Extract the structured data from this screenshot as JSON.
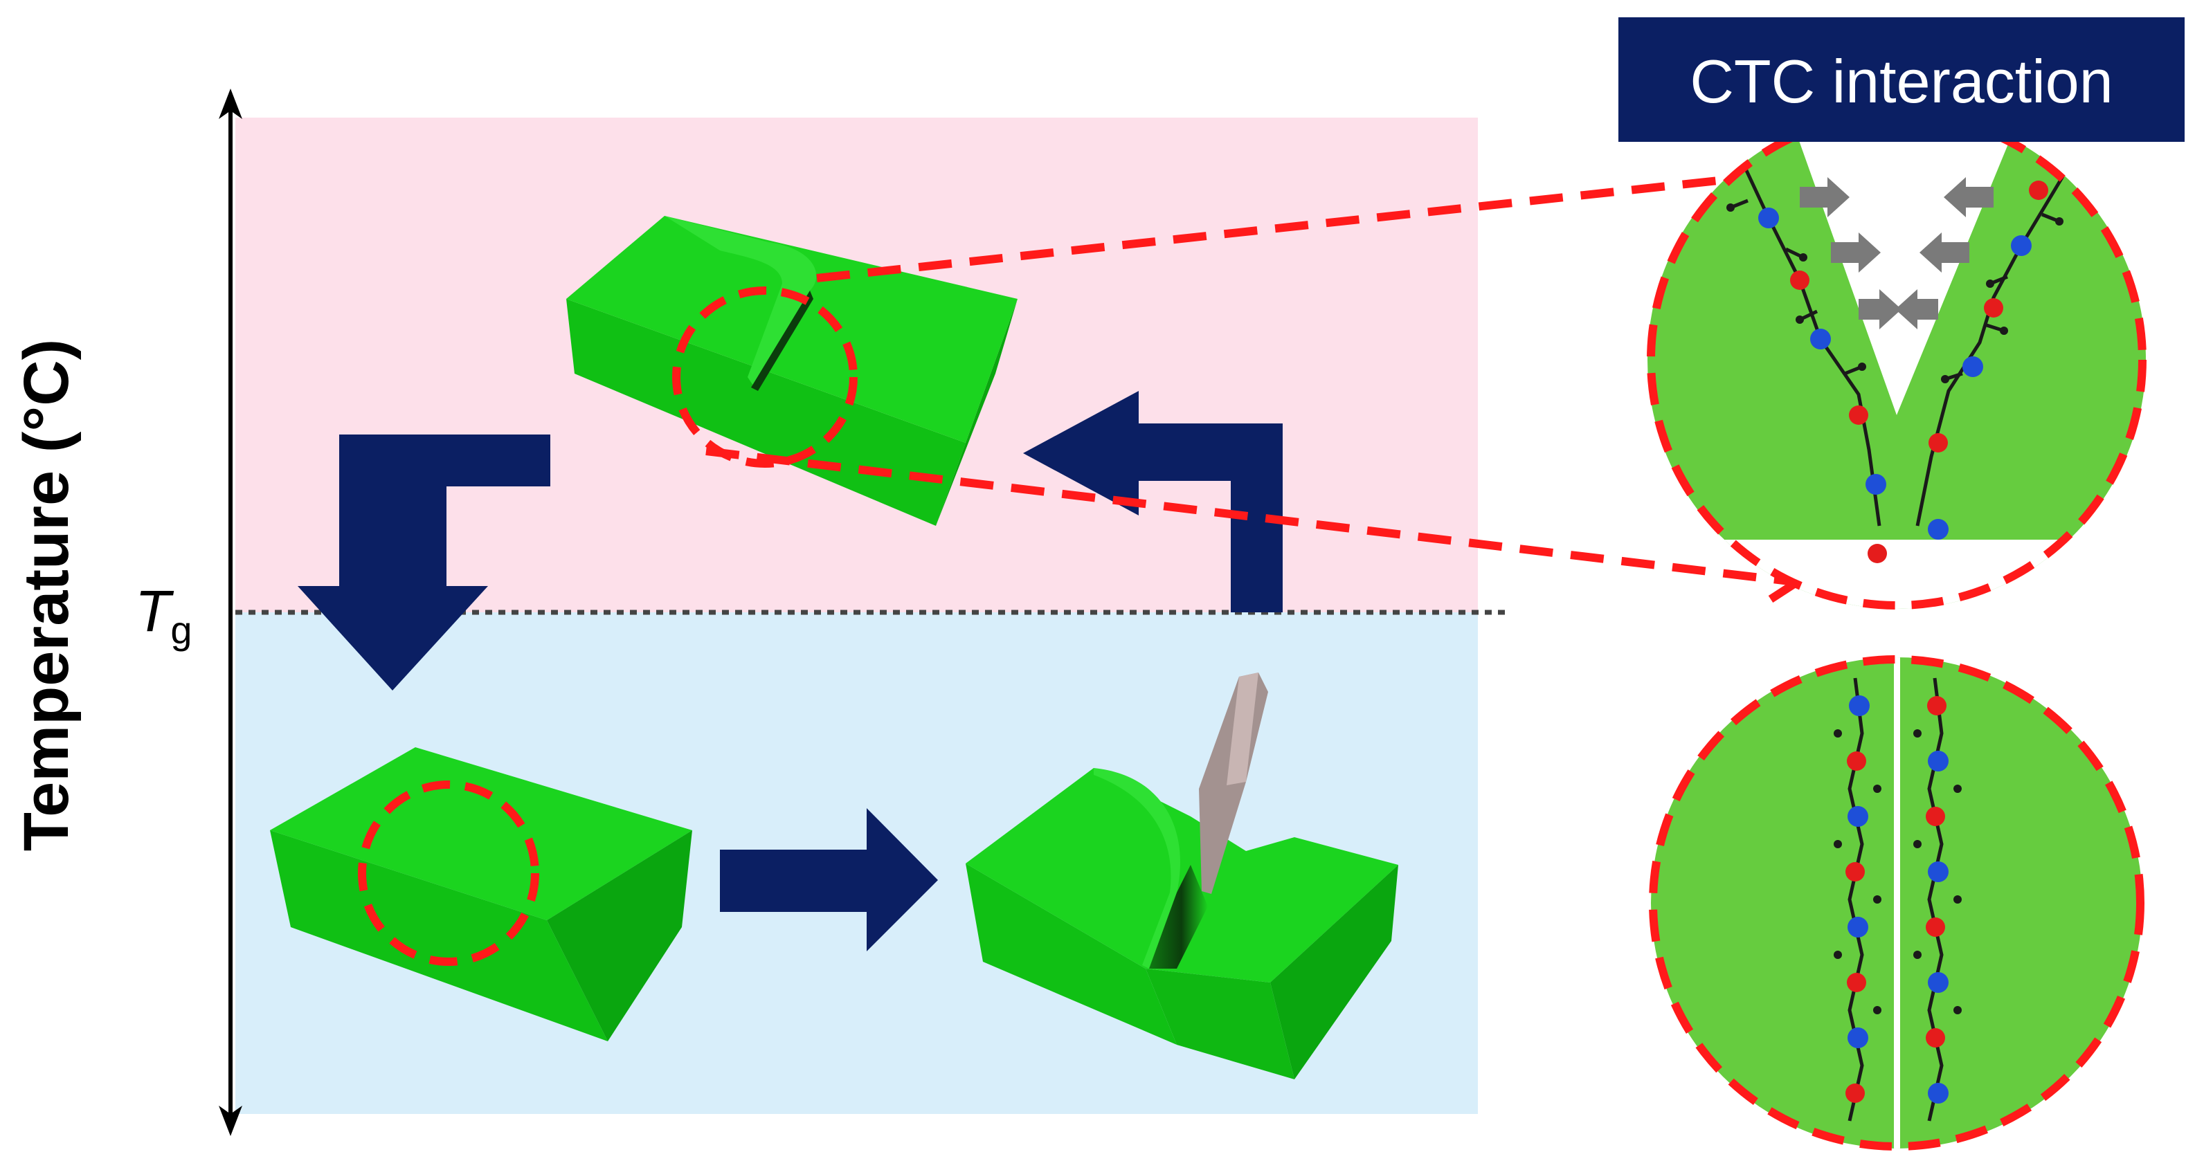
{
  "axis": {
    "label": "Temperature (°C)"
  },
  "threshold": {
    "main": "T",
    "sub": "g"
  },
  "zoom_label": "CTC interaction",
  "colors": {
    "hot_zone": "#fde0ea",
    "cold_zone": "#d8eefa",
    "block_top": "#1bd41f",
    "block_front": "#10c014",
    "block_side": "#0aa60f",
    "navy": "#0b1f63",
    "dashed_red": "#ff1a1a",
    "zoom_green": "#66cc3f",
    "atom_blue": "#1e4fd8",
    "atom_red": "#e51c1c"
  }
}
